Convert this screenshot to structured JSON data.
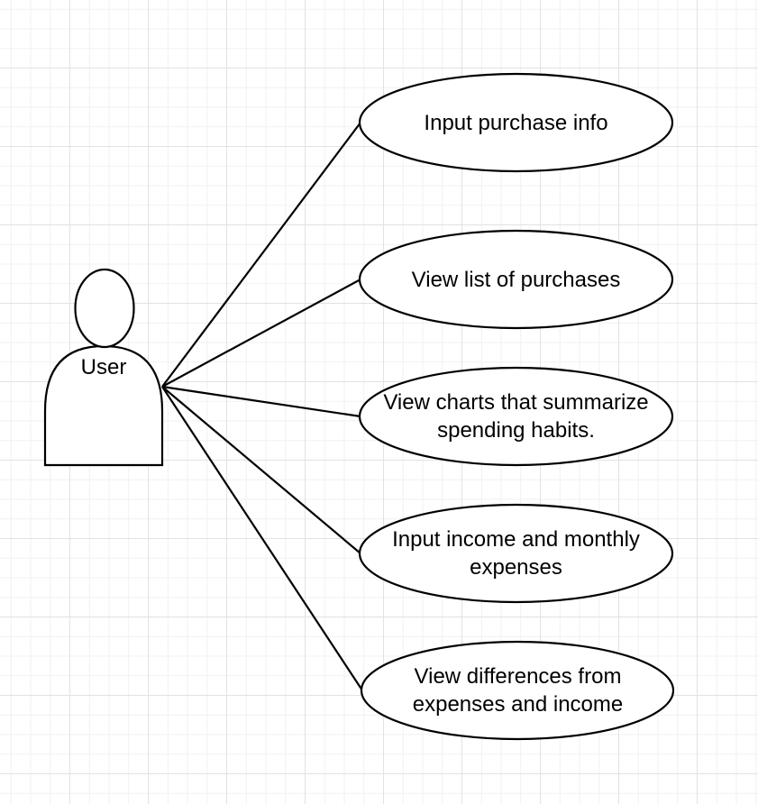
{
  "actor": {
    "label": "User"
  },
  "use_cases": [
    {
      "line1": "Input purchase info",
      "line2": ""
    },
    {
      "line1": "View list of purchases",
      "line2": ""
    },
    {
      "line1": "View charts that summarize",
      "line2": "spending habits."
    },
    {
      "line1": "Input income and monthly",
      "line2": "expenses"
    },
    {
      "line1": "View differences from",
      "line2": "expenses and income"
    }
  ],
  "colors": {
    "stroke": "#000000",
    "fill": "#ffffff",
    "grid_major": "#e2e2e2",
    "grid_minor": "#f1f1f1"
  }
}
